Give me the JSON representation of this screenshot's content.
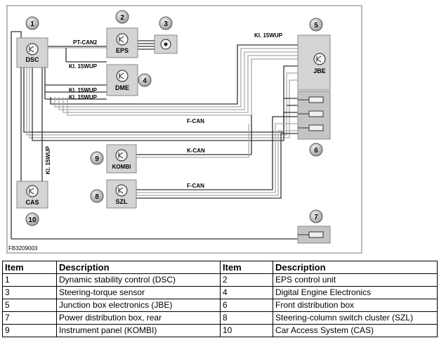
{
  "figure_id": "FB3209003",
  "modules": {
    "dsc": "DSC",
    "eps": "EPS",
    "dme": "DME",
    "jbe": "JBE",
    "kombi": "KOMBI",
    "szl": "SZL",
    "cas": "CAS"
  },
  "callouts": [
    "1",
    "2",
    "3",
    "4",
    "5",
    "6",
    "7",
    "8",
    "9",
    "10"
  ],
  "bus_labels": {
    "pt_can2": "PT-CAN2",
    "kl15_dsc_dme": "Kl. 15WUP",
    "kl15_a": "Kl. 15WUP",
    "kl15_b": "Kl. 15WUP",
    "kl15_jbe": "Kl. 15WUP",
    "kl15_vertical": "Kl. 15WUP",
    "f_can_top": "F-CAN",
    "k_can": "K-CAN",
    "f_can_szl": "F-CAN"
  },
  "legend": {
    "header": {
      "item": "Item",
      "description": "Description"
    },
    "rows": [
      {
        "item_a": "1",
        "desc_a": "Dynamic stability control (DSC)",
        "item_b": "2",
        "desc_b": "EPS control unit"
      },
      {
        "item_a": "3",
        "desc_a": "Steering-torque sensor",
        "item_b": "4",
        "desc_b": "Digital Engine Electronics"
      },
      {
        "item_a": "5",
        "desc_a": "Junction box electronics (JBE)",
        "item_b": "6",
        "desc_b": "Front distribution box"
      },
      {
        "item_a": "7",
        "desc_a": "Power distribution box, rear",
        "item_b": "8",
        "desc_b": "Steering-column switch cluster (SZL)"
      },
      {
        "item_a": "9",
        "desc_a": "Instrument panel (KOMBI)",
        "item_b": "10",
        "desc_b": "Car Access System (CAS)"
      }
    ]
  }
}
